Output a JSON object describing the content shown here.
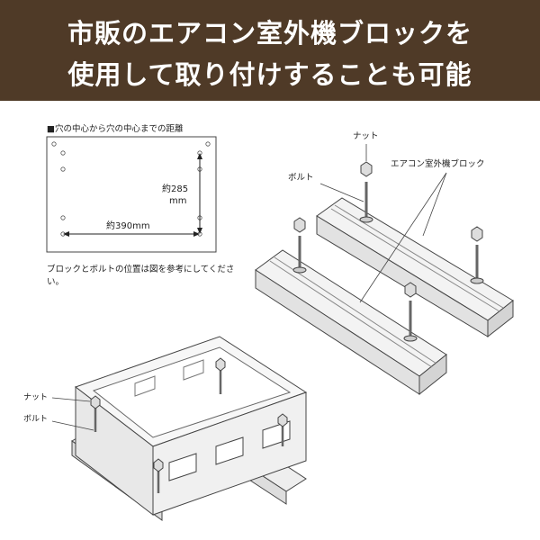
{
  "header": {
    "line1": "市販のエアコン室外機ブロックを",
    "line2": "使用して取り付けすることも可能",
    "background": "#4f3a27",
    "text_color": "#ffffff"
  },
  "hole_diagram": {
    "title": "■穴の中心から穴の中心までの距離",
    "height_label_value": "約285",
    "height_label_unit": "mm",
    "width_label": "約390mm"
  },
  "note": "ブロックとボルトの位置は図を参考にしてください。",
  "exploded_view": {
    "nut_label": "ナット",
    "bolt_label": "ボルト",
    "block_label": "エアコン室外機ブロック"
  },
  "assembled_view": {
    "nut_label": "ナット",
    "bolt_label": "ボルト"
  }
}
